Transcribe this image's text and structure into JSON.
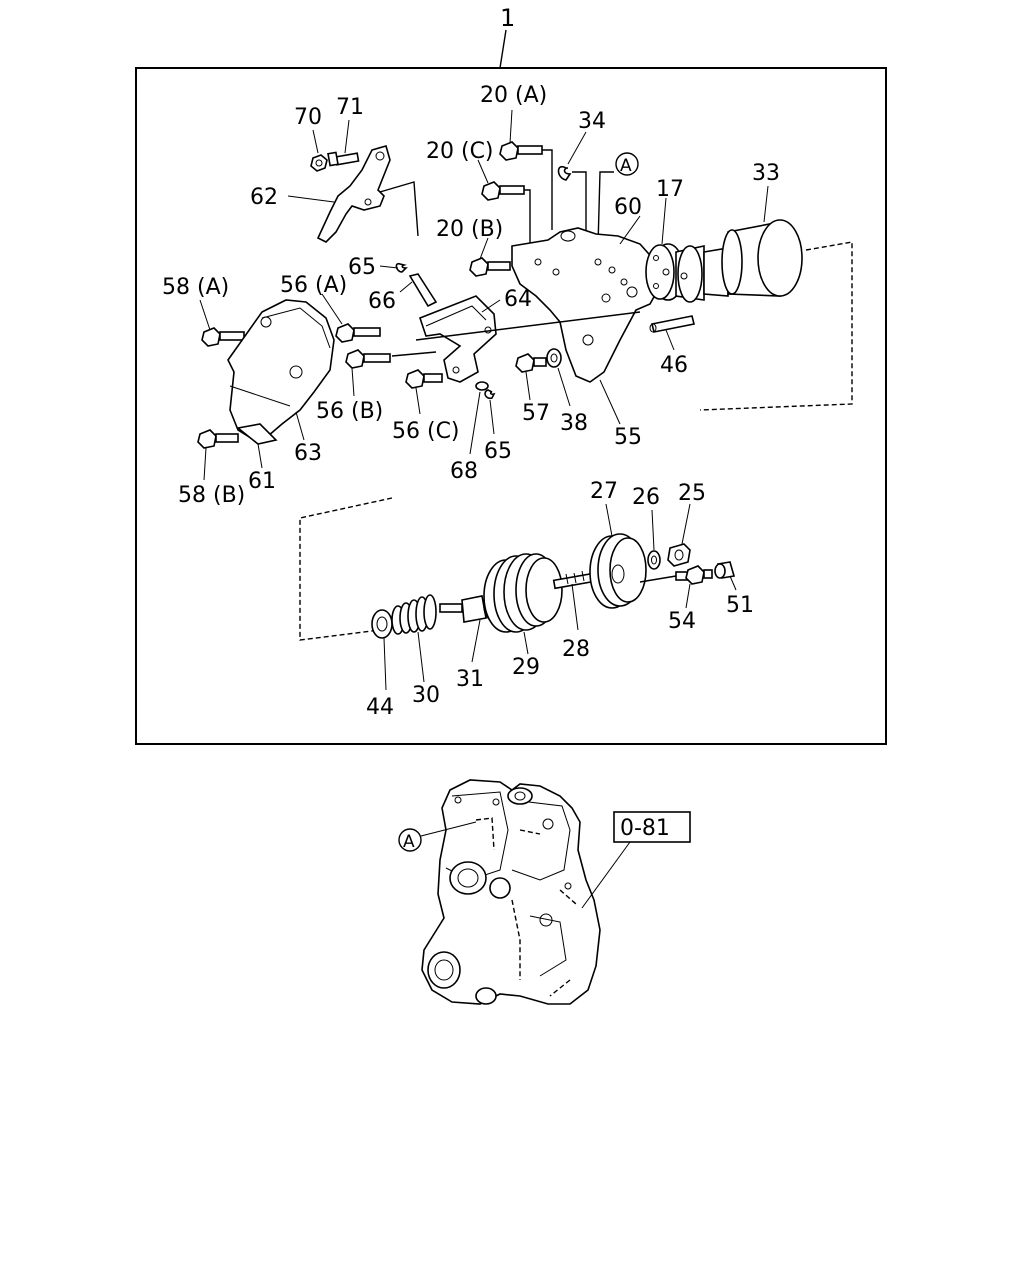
{
  "assembly_label": "1",
  "reference_box": "0-81",
  "circle_marker_top": "A",
  "circle_marker_bottom": "A",
  "callouts": {
    "p70": "70",
    "p71": "71",
    "p62": "62",
    "p20a": "20 (A)",
    "p34": "34",
    "p20c": "20 (C)",
    "p20b": "20 (B)",
    "p60": "60",
    "p17": "17",
    "p33": "33",
    "p58a": "58 (A)",
    "p56a": "56 (A)",
    "p65a": "65",
    "p66": "66",
    "p64": "64",
    "p56b": "56 (B)",
    "p56c": "56 (C)",
    "p57": "57",
    "p38": "38",
    "p55": "55",
    "p46": "46",
    "p63": "63",
    "p61": "61",
    "p58b": "58 (B)",
    "p68": "68",
    "p65b": "65",
    "p27": "27",
    "p26": "26",
    "p25": "25",
    "p54": "54",
    "p51": "51",
    "p28": "28",
    "p29": "29",
    "p31": "31",
    "p30": "30",
    "p44": "44"
  }
}
